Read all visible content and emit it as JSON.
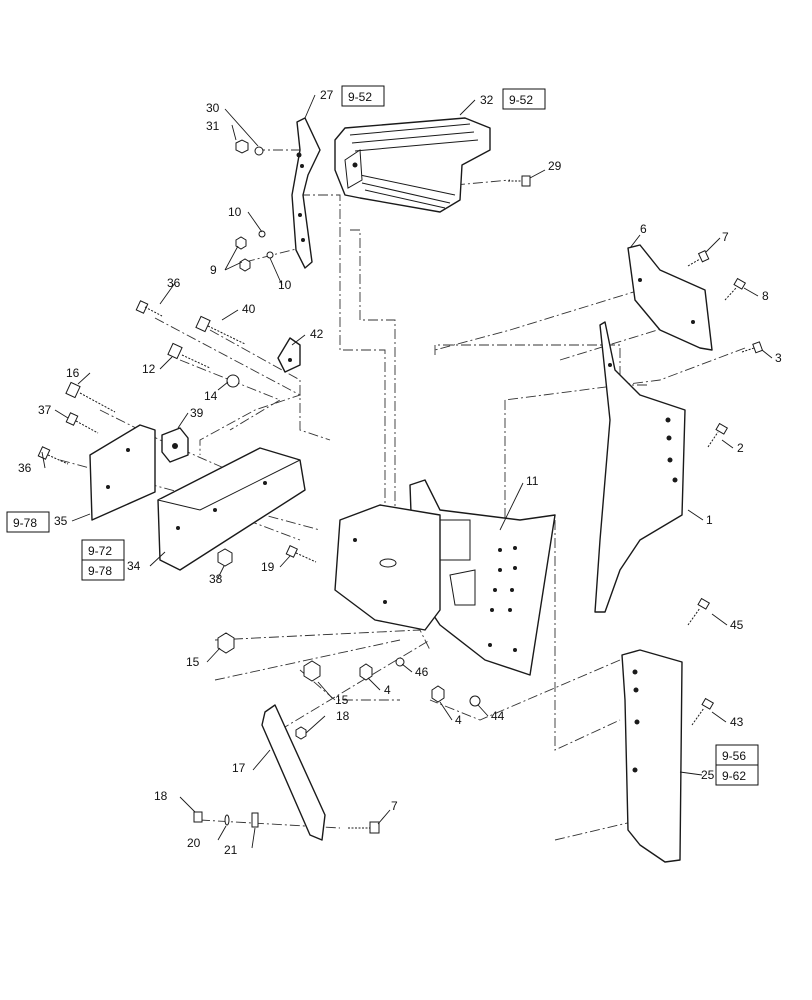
{
  "callouts": {
    "c1": "1",
    "c2": "2",
    "c3": "3",
    "c4a": "4",
    "c4b": "4",
    "c6": "6",
    "c7a": "7",
    "c7b": "7",
    "c8": "8",
    "c9": "9",
    "c10a": "10",
    "c10b": "10",
    "c11": "11",
    "c12": "12",
    "c14": "14",
    "c15a": "15",
    "c15b": "15",
    "c16": "16",
    "c17": "17",
    "c18a": "18",
    "c18b": "18",
    "c19": "19",
    "c20": "20",
    "c21": "21",
    "c25": "25",
    "c27": "27",
    "c29": "29",
    "c30": "30",
    "c31": "31",
    "c32": "32",
    "c34": "34",
    "c35": "35",
    "c36a": "36",
    "c36b": "36",
    "c37": "37",
    "c38": "38",
    "c39": "39",
    "c40": "40",
    "c42": "42",
    "c43": "43",
    "c44": "44",
    "c45": "45",
    "c46": "46"
  },
  "refs": {
    "r27": "9-52",
    "r32": "9-52",
    "r35": "9-78",
    "r34a": "9-72",
    "r34b": "9-78",
    "r25a": "9-56",
    "r25b": "9-62"
  }
}
